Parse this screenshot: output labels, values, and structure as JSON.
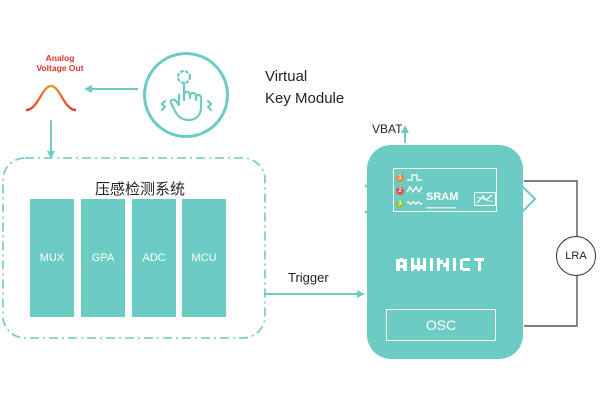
{
  "analog_output": {
    "label_line1": "Analog",
    "label_line2": "Voltage Out"
  },
  "virtual_key_module": {
    "label_line1": "Virtual",
    "label_line2": "Key Module"
  },
  "pressure_detection_system": {
    "title": "压感检测系统",
    "blocks": [
      "MUX",
      "GPA",
      "ADC",
      "MCU"
    ]
  },
  "trigger": {
    "label": "Trigger"
  },
  "chip": {
    "vbat_label": "VBAT",
    "sram_label": "SRAM",
    "sram_numbers": [
      "1",
      "2",
      "3"
    ],
    "osc_label": "OSC",
    "logo_icon": "awinic-logo"
  },
  "lra": {
    "label": "LRA"
  },
  "colors": {
    "teal": "#6ccbc2",
    "analog_red": "#d9342b",
    "wave_orange": "#e9893f",
    "wave_red": "#e0524c"
  }
}
